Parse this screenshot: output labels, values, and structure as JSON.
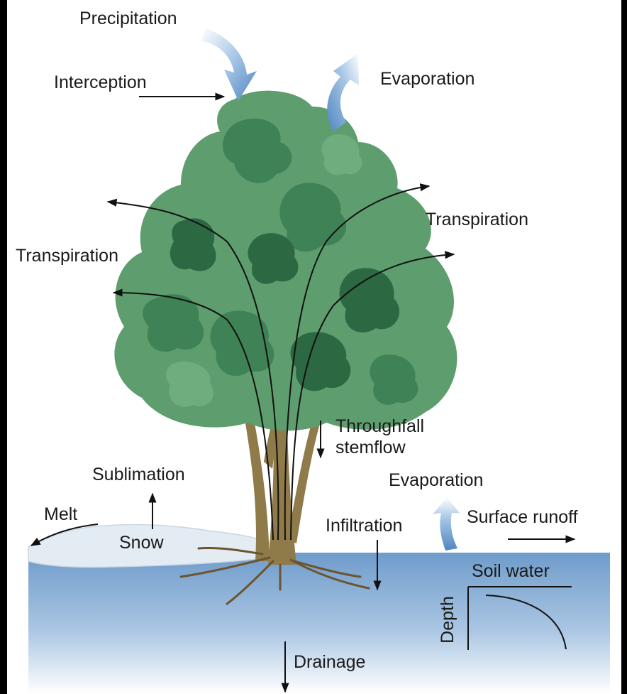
{
  "labels": {
    "precipitation": "Precipitation",
    "interception": "Interception",
    "evaporation_top": "Evaporation",
    "transpiration_right": "Transpiration",
    "transpiration_left": "Transpiration",
    "throughfall": "Throughfall",
    "stemflow": "stemflow",
    "sublimation": "Sublimation",
    "melt": "Melt",
    "snow": "Snow",
    "evaporation_ground": "Evaporation",
    "surface_runoff": "Surface runoff",
    "infiltration": "Infiltration",
    "soil_water": "Soil water",
    "depth": "Depth",
    "drainage": "Drainage"
  },
  "colors": {
    "frame": "#000000",
    "sky": "#ffffff",
    "soil_top": "#6f9ccb",
    "soil_bottom": "#ffffff",
    "foliage_light": "#5e9e6e",
    "foliage_mid": "#3f8256",
    "foliage_dark": "#2c6842",
    "trunk": "#8f7a4a",
    "flow_arrow_blue": "#6a9bcb",
    "snow": "#e4ecf3"
  }
}
